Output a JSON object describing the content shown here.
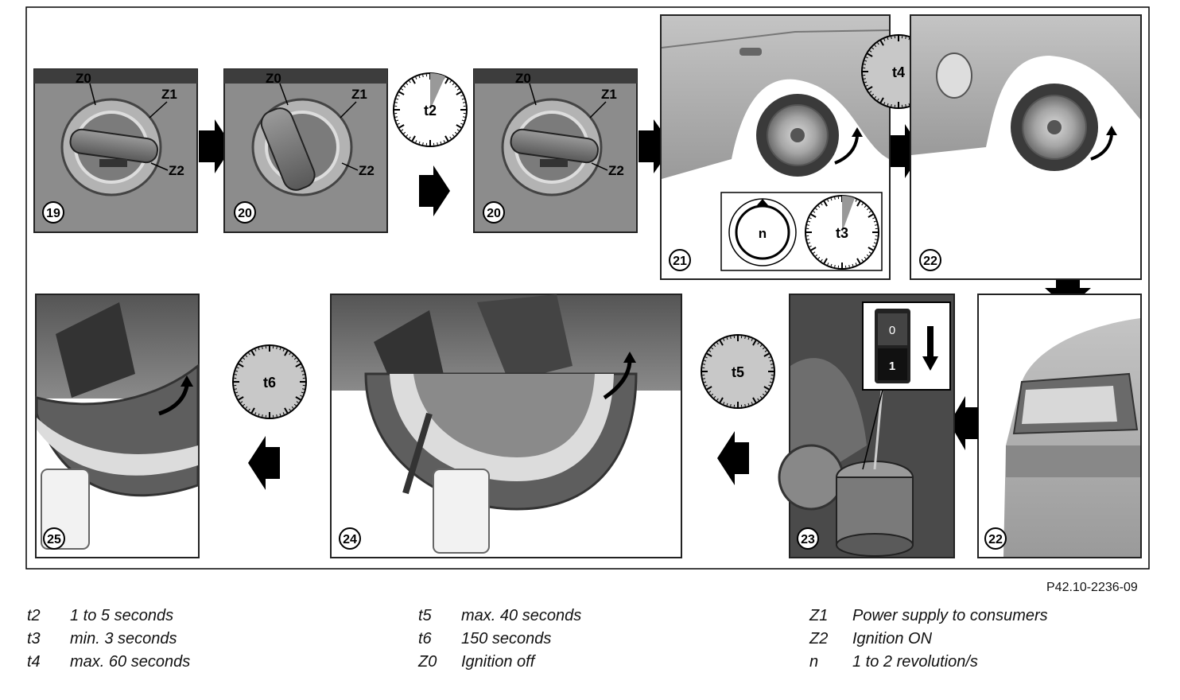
{
  "reference": "P42.10-2236-09",
  "panels": [
    {
      "number": "19",
      "callouts": [
        "Z0",
        "Z1",
        "Z2"
      ]
    },
    {
      "number": "20",
      "callouts": [
        "Z0",
        "Z1",
        "Z2"
      ]
    },
    {
      "number": "20",
      "callouts": [
        "Z0",
        "Z1",
        "Z2"
      ]
    },
    {
      "number": "21",
      "callouts": [
        "n",
        "t3"
      ]
    },
    {
      "number": "22",
      "callouts": []
    },
    {
      "number": "22",
      "callouts": []
    },
    {
      "number": "23",
      "callouts": [
        "0",
        "1"
      ]
    },
    {
      "number": "24",
      "callouts": []
    },
    {
      "number": "25",
      "callouts": []
    }
  ],
  "timers": [
    "t2",
    "t3",
    "t4",
    "t5",
    "t6"
  ],
  "legend": [
    [
      {
        "key": "t2",
        "text": "1 to 5 seconds"
      },
      {
        "key": "t3",
        "text": "min. 3 seconds"
      },
      {
        "key": "t4",
        "text": "max. 60 seconds"
      }
    ],
    [
      {
        "key": "t5",
        "text": "max. 40 seconds"
      },
      {
        "key": "t6",
        "text": "150 seconds"
      },
      {
        "key": "Z0",
        "text": "Ignition off"
      }
    ],
    [
      {
        "key": "Z1",
        "text": "Power supply to consumers"
      },
      {
        "key": "Z2",
        "text": "Ignition ON"
      },
      {
        "key": "n",
        "text": "1 to 2 revolution/s"
      }
    ]
  ]
}
